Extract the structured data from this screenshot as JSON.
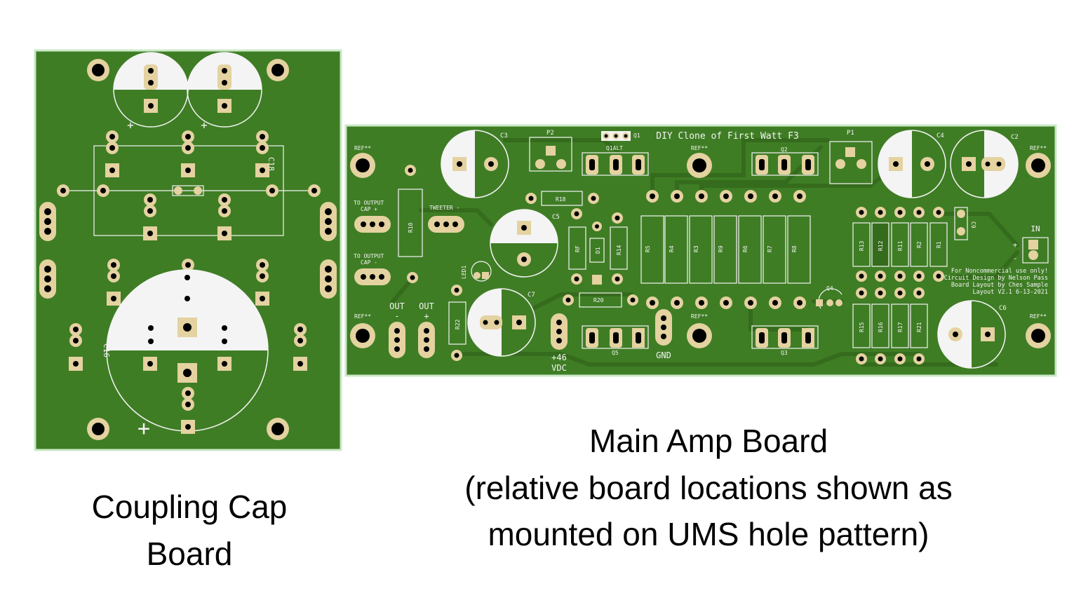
{
  "colors": {
    "board": "#3f7d25",
    "board_edge": "#c9e8c5",
    "trace": "#356b1c",
    "pad": "#e4d2a0",
    "silk": "#f4f4f4",
    "hole": "#000000",
    "text": "#000000"
  },
  "captions": {
    "coupling_line1": "Coupling Cap",
    "coupling_line2": "Board",
    "main_line1": "Main Amp Board",
    "main_line2": "(relative board locations shown as",
    "main_line3": "mounted on UMS hole pattern)"
  },
  "coupling_board": {
    "labels": {
      "c18": "C18",
      "c16": "C16",
      "plus": "+"
    }
  },
  "main_board": {
    "title": "DIY Clone of First Watt F3",
    "notes": [
      "For Noncommercial use only!",
      "Circuit Design by Nelson Pass",
      "Board Layout by Ches Sample",
      "Layout V2.1 6-13-2021"
    ],
    "ref": "REF**",
    "connectors": {
      "to_output_plus": [
        "TO OUTPUT",
        "CAP +"
      ],
      "to_output_minus": [
        "TO OUTPUT",
        "CAP -"
      ],
      "tweeter": "TWEETER -",
      "out_minus": [
        "OUT",
        "-"
      ],
      "out_plus": [
        "OUT",
        "+"
      ],
      "vdc": [
        "+46",
        "VDC"
      ],
      "gnd": "GND",
      "in": "IN",
      "in_plus": "+",
      "in_minus": "-"
    },
    "designators": {
      "c2": "C2",
      "c3": "C3",
      "c4": "C4",
      "c5": "C5",
      "c6": "C6",
      "c7": "C7",
      "c9": "C9",
      "p1": "P1",
      "p2": "P2",
      "q1": "Q1",
      "q1alt": "Q1ALT",
      "q2": "Q2",
      "q3": "Q3",
      "q4": "Q4",
      "q5": "Q5",
      "r1": "R1",
      "r2": "R2",
      "r3": "R3",
      "r4": "R4",
      "r5": "R5",
      "r6": "R6",
      "r7": "R7",
      "r8": "R8",
      "r9": "R9",
      "rf": "RF",
      "r10": "R10",
      "r11": "R11",
      "r12": "R12",
      "r13": "R13",
      "r14": "R14",
      "r15": "R15",
      "r16": "R16",
      "r17": "R17",
      "r18": "R18",
      "r20": "R20",
      "r21": "R21",
      "r22": "R22",
      "d1": "D1",
      "led1": "LED1"
    }
  }
}
